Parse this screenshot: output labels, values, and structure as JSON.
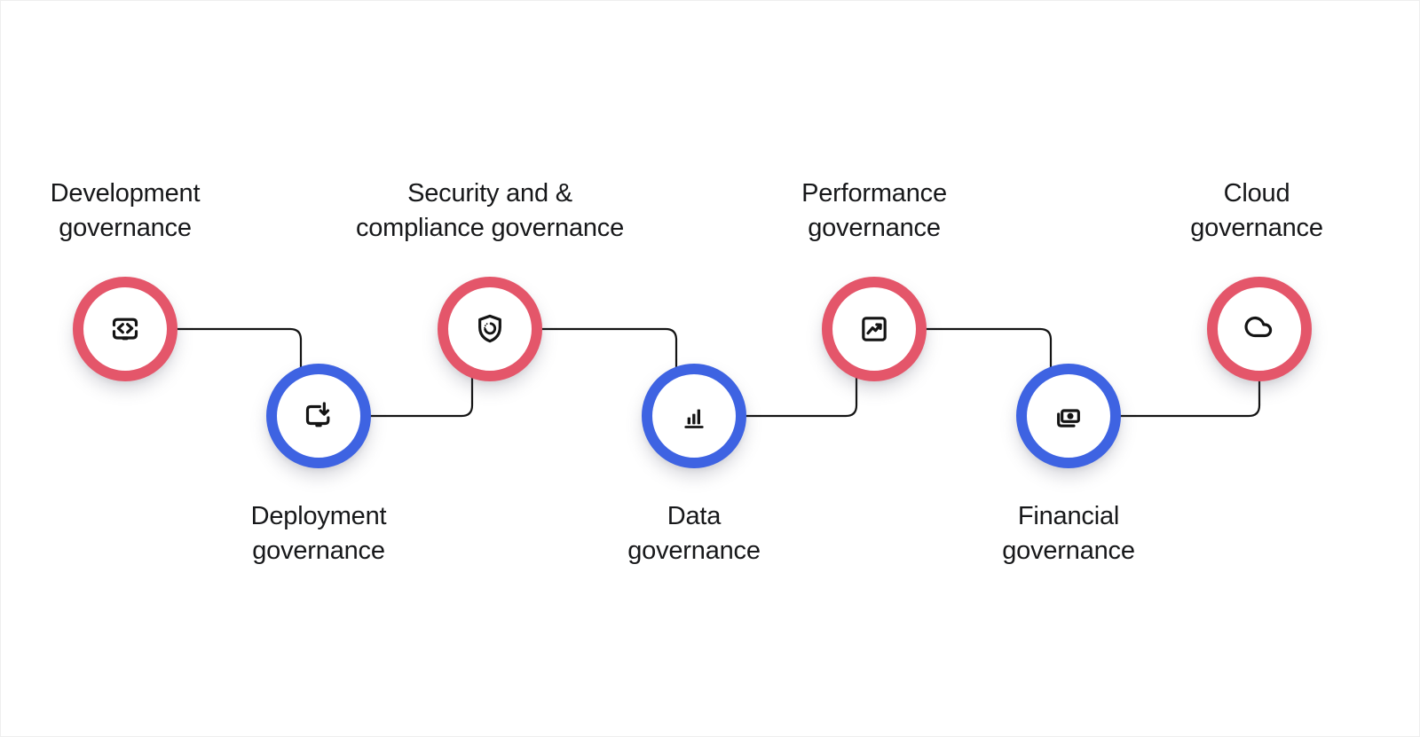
{
  "diagram": {
    "description": "Zigzag flow diagram of seven governance domains connected by elbow lines",
    "colors": {
      "ring_red": "#e4566a",
      "ring_blue": "#3e63e2",
      "line": "#141414",
      "text": "#17181a",
      "background": "#ffffff"
    },
    "nodes": [
      {
        "label": "Development\ngovernance",
        "icon": "code-screen-icon",
        "ring_color": "#e4566a",
        "row": "top"
      },
      {
        "label": "Deployment\ngovernance",
        "icon": "deploy-monitor-download-icon",
        "ring_color": "#3e63e2",
        "row": "bottom"
      },
      {
        "label": "Security and &\ncompliance governance",
        "icon": "shield-sync-icon",
        "ring_color": "#e4566a",
        "row": "top"
      },
      {
        "label": "Data\ngovernance",
        "icon": "bar-chart-icon",
        "ring_color": "#3e63e2",
        "row": "bottom"
      },
      {
        "label": "Performance\ngovernance",
        "icon": "trend-chart-icon",
        "ring_color": "#e4566a",
        "row": "top"
      },
      {
        "label": "Financial\ngovernance",
        "icon": "banknote-icon",
        "ring_color": "#3e63e2",
        "row": "bottom"
      },
      {
        "label": "Cloud\ngovernance",
        "icon": "cloud-icon",
        "ring_color": "#e4566a",
        "row": "top"
      }
    ]
  }
}
